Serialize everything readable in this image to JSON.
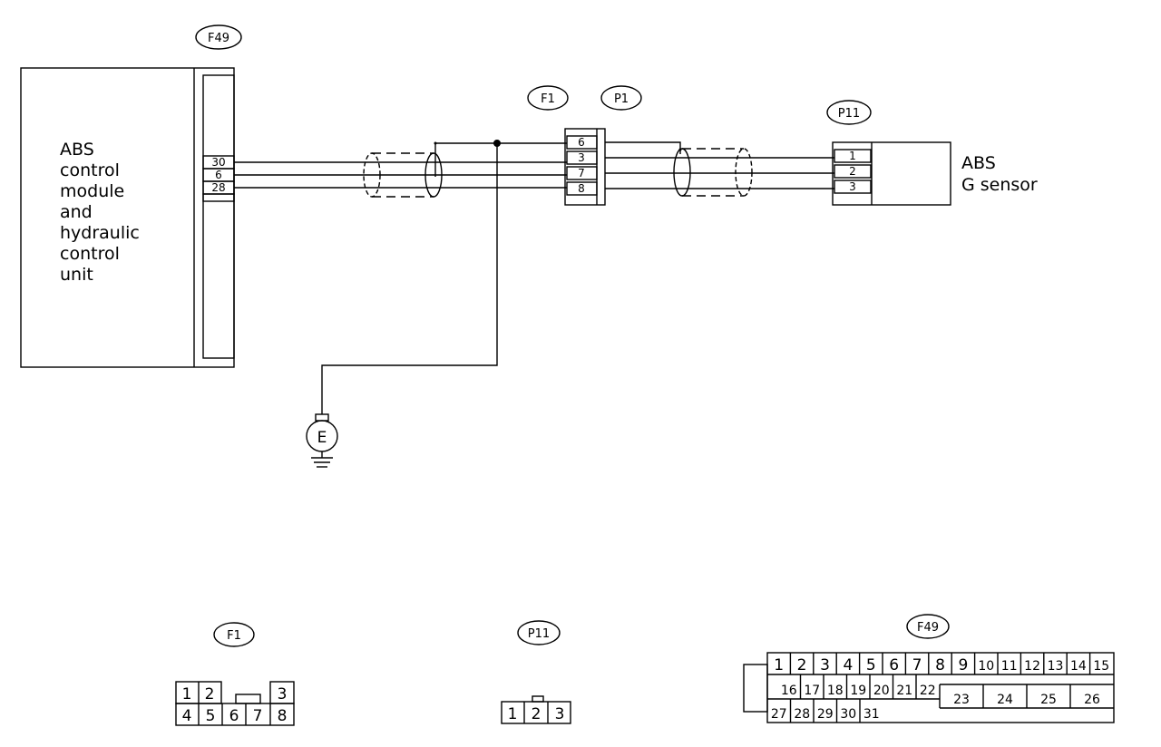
{
  "abs_module": {
    "connector": "F49",
    "label_lines": [
      "ABS",
      "control",
      "module",
      "and",
      "hydraulic",
      "control",
      "unit"
    ],
    "pins": [
      "30",
      "6",
      "28"
    ]
  },
  "joint": {
    "connector_f1": "F1",
    "connector_p1": "P1",
    "pins": [
      "6",
      "3",
      "7",
      "8"
    ]
  },
  "g_sensor": {
    "connector": "P11",
    "label_lines": [
      "ABS",
      "G sensor"
    ],
    "pins": [
      "1",
      "2",
      "3"
    ]
  },
  "ground": {
    "label": "E"
  },
  "connector_views": {
    "f1": {
      "tag": "F1",
      "row1": [
        "1",
        "2",
        "3"
      ],
      "row2": [
        "4",
        "5",
        "6",
        "7",
        "8"
      ]
    },
    "p11": {
      "tag": "P11",
      "row1": [
        "1",
        "2",
        "3"
      ]
    },
    "f49": {
      "tag": "F49",
      "row1": [
        "1",
        "2",
        "3",
        "4",
        "5",
        "6",
        "7",
        "8",
        "9",
        "10",
        "11",
        "12",
        "13",
        "14",
        "15"
      ],
      "row2": [
        "16",
        "17",
        "18",
        "19",
        "20",
        "21",
        "22"
      ],
      "row2_right": [
        "23",
        "24",
        "25",
        "26"
      ],
      "row3": [
        "27",
        "28",
        "29",
        "30",
        "31"
      ]
    }
  }
}
